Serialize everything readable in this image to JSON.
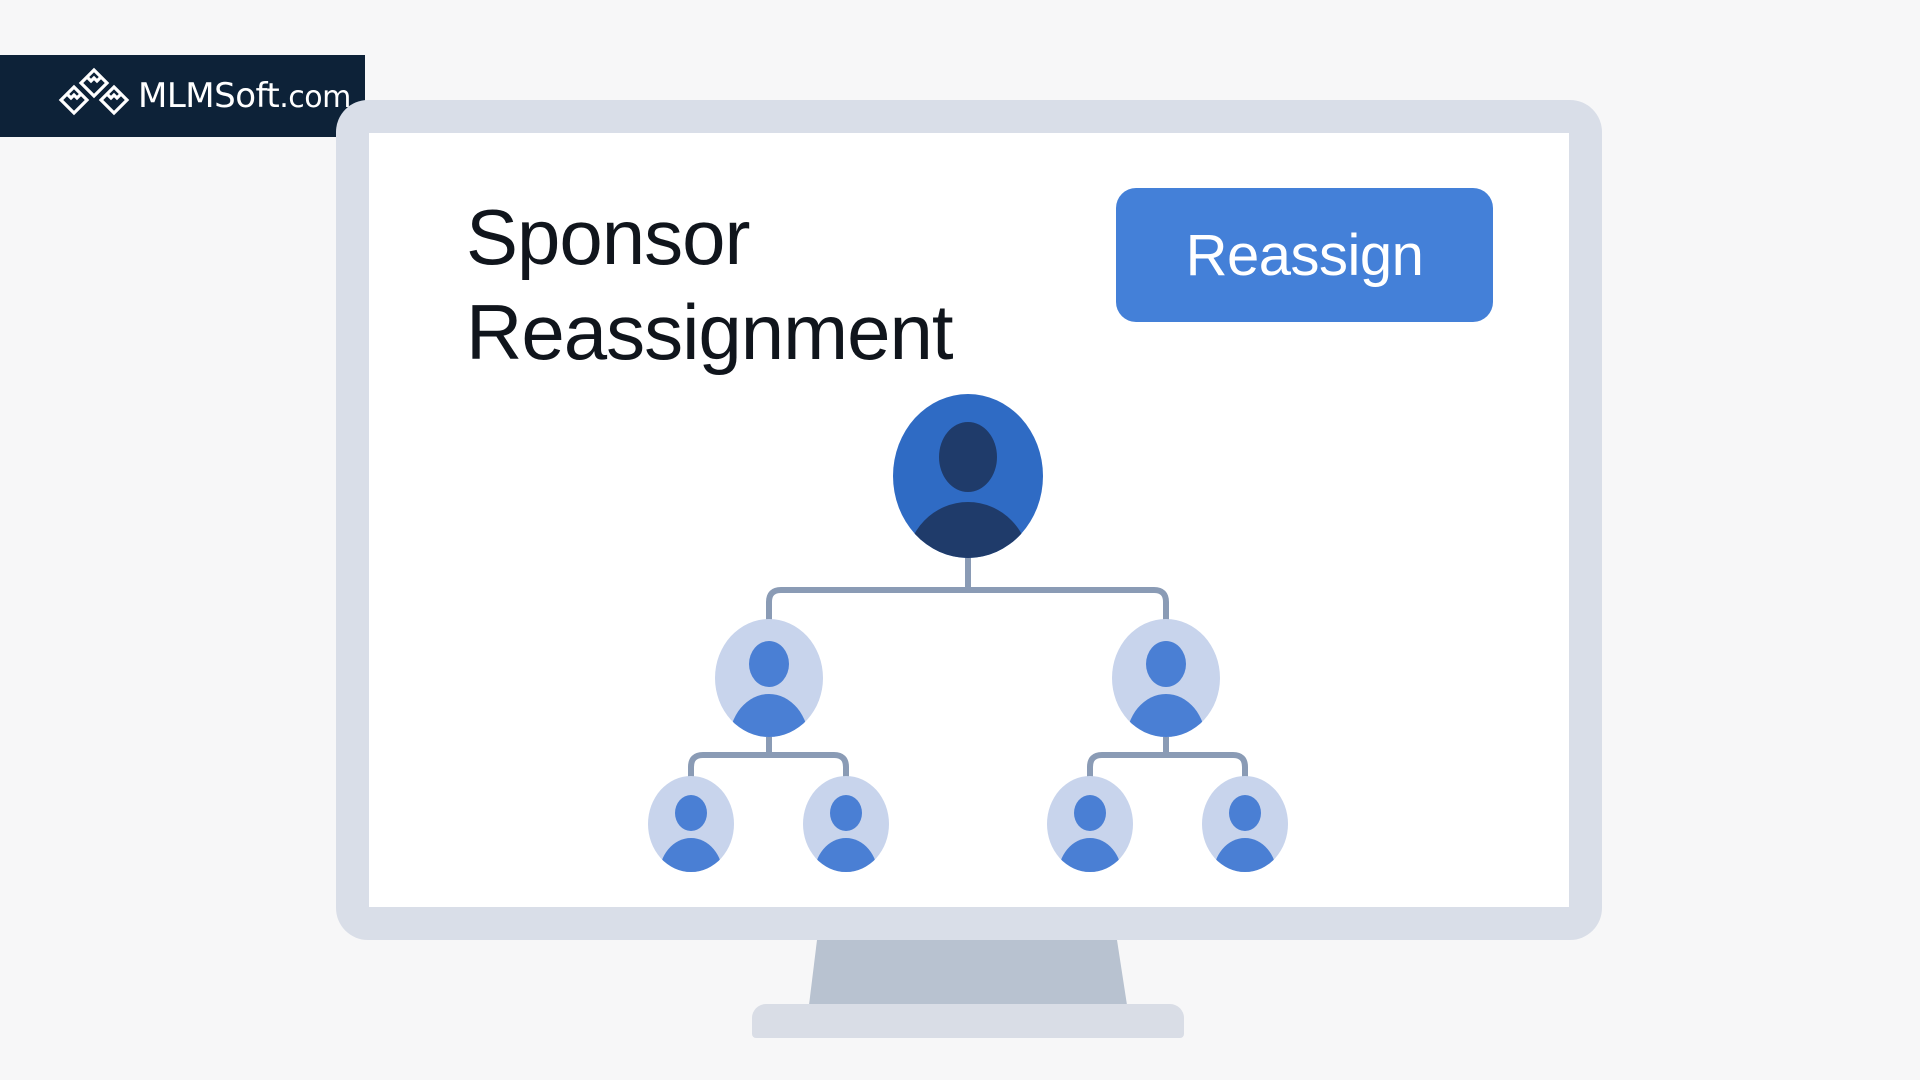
{
  "logo": {
    "brand": "MLMSoft",
    "tld": ".com",
    "icon": "diamond-cluster-logo-icon",
    "background": "#0d2238"
  },
  "page": {
    "title_line1": "Sponsor",
    "title_line2": "Reassignment"
  },
  "actions": {
    "reassign_label": "Reassign",
    "reassign_color": "#4480d8"
  },
  "tree": {
    "connector_color": "#8a9bb5",
    "root": {
      "role": "sponsor",
      "icon": "user-icon",
      "fill": "#2f6bc4",
      "figure": "#1f3b6a"
    },
    "level1": [
      {
        "role": "member",
        "icon": "user-icon",
        "fill": "#c8d4ec",
        "figure": "#4a7fd4"
      },
      {
        "role": "member",
        "icon": "user-icon",
        "fill": "#c8d4ec",
        "figure": "#4a7fd4"
      }
    ],
    "level2": [
      {
        "role": "member",
        "icon": "user-icon",
        "fill": "#c8d4ec",
        "figure": "#4a7fd4"
      },
      {
        "role": "member",
        "icon": "user-icon",
        "fill": "#c8d4ec",
        "figure": "#4a7fd4"
      },
      {
        "role": "member",
        "icon": "user-icon",
        "fill": "#c8d4ec",
        "figure": "#4a7fd4"
      },
      {
        "role": "member",
        "icon": "user-icon",
        "fill": "#c8d4ec",
        "figure": "#4a7fd4"
      }
    ]
  },
  "device": {
    "icon": "desktop-monitor-icon",
    "bezel_color": "#d9dee8",
    "stand_color": "#b8c2d0"
  }
}
